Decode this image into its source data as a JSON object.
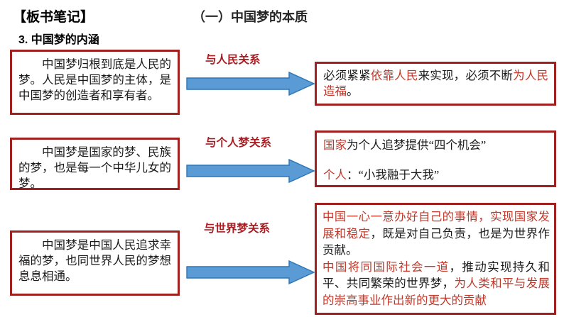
{
  "slide": {
    "board_title": "【板书笔记】",
    "section_title": "（一）中国梦的本质",
    "sub_title": "3. 中国梦的内涵"
  },
  "colors": {
    "box_border": "#A02020",
    "highlight_red": "#C0392B",
    "label_red": "#A81C22",
    "arrow_fill": "#5B9BD5",
    "arrow_stroke": "#2E75B6",
    "body_text": "#1a1a1a"
  },
  "rows": [
    {
      "left": {
        "text": "中国梦归根到底是人民的梦。人民是中国梦的主体，是中国梦的创造者和享有者。"
      },
      "arrow_label": "与人民关系",
      "arrow_icon": "right-arrow-icon",
      "right": {
        "segments": [
          {
            "text": "必须紧紧",
            "red": false
          },
          {
            "text": "依靠人民",
            "red": true
          },
          {
            "text": "来实现，必须不断",
            "red": false
          },
          {
            "text": "为人民造福",
            "red": true
          },
          {
            "text": "。",
            "red": false
          }
        ]
      }
    },
    {
      "left": {
        "text": "中国梦是国家的梦、民族的梦，也是每一个中华儿女的梦。"
      },
      "arrow_label": "与个人梦关系",
      "arrow_icon": "right-arrow-icon",
      "right": {
        "line1": [
          {
            "text": "国家",
            "red": true
          },
          {
            "text": "为个人追梦提供“四个机会”",
            "red": false
          }
        ],
        "line2": [
          {
            "text": "个人",
            "red": true
          },
          {
            "text": "：“小我融于大我”",
            "red": false
          }
        ]
      }
    },
    {
      "left": {
        "text": "中国梦是中国人民追求幸福的梦，也同世界人民的梦想息息相通。"
      },
      "arrow_label": "与世界梦关系",
      "arrow_icon": "right-arrow-icon",
      "right": {
        "paragraph1": [
          {
            "text": "中国一心一意办好自己的事情，实现国家发展和稳定",
            "red": true
          },
          {
            "text": "，既是对自己负责，也是为世界作贡献。",
            "red": false
          }
        ],
        "paragraph2": [
          {
            "text": "中国将同国际社会一道",
            "red": true
          },
          {
            "text": "，推动实现持久和平、共同繁荣的世界梦，",
            "red": false
          },
          {
            "text": "为人类和平与发展的崇高事业作出新的更大的贡献",
            "red": true
          }
        ]
      }
    }
  ]
}
